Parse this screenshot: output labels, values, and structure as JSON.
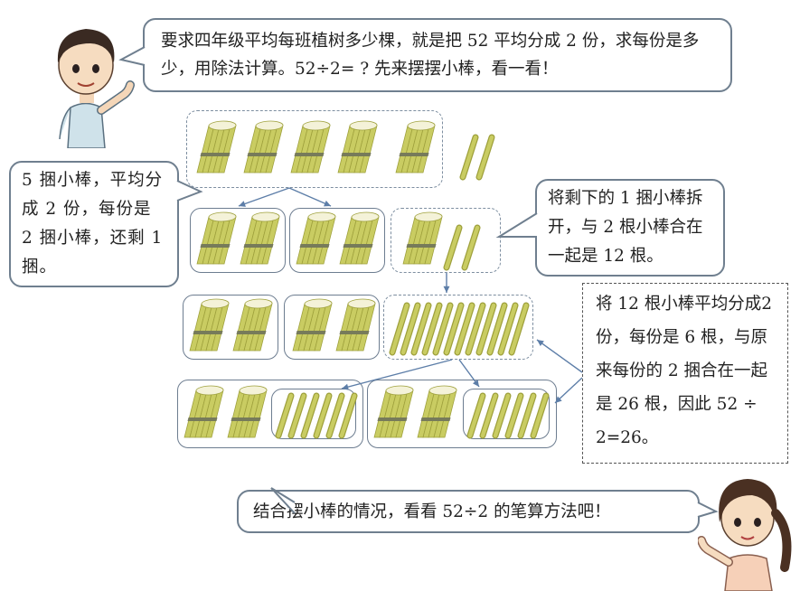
{
  "speech": {
    "boy": "要求四年级平均每班植树多少棵，就是把 52 平均分成 2 份，求每份是多少，用除法计算。52÷2= ? 先来摆摆小棒，看一看！",
    "left": "5 捆小棒，平均分 成 2 份，每份是 2 捆小棒，还剩 1 捆。",
    "right": "将剩下的 1 捆小棒拆开，与 2 根小棒合在一起是 12 根。",
    "box": "将 12 根小棒平均分成2 份，每份是 6 根，与原来每份的 2 捆合在一起是 26 根，因此 52 ÷ 2=26。",
    "girl": "结合摆小棒的情况，看看 52÷2 的笔算方法吧！"
  },
  "colors": {
    "stick": "#c9cc62",
    "stick_dark": "#9ea03c",
    "tie": "#777b5a",
    "border": "#6f7f8f"
  },
  "icons": [
    "boy-character-icon",
    "girl-character-icon",
    "stick-bundle-icon",
    "single-stick-icon"
  ]
}
